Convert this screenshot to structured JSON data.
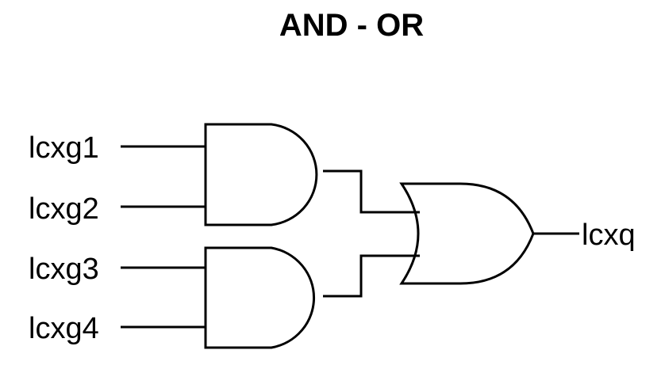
{
  "title": "AND - OR",
  "inputs": [
    {
      "label": "lcxg1"
    },
    {
      "label": "lcxg2"
    },
    {
      "label": "lcxg3"
    },
    {
      "label": "lcxg4"
    }
  ],
  "output": {
    "label": "lcxq"
  },
  "gates": [
    {
      "type": "AND",
      "inputs": [
        "lcxg1",
        "lcxg2"
      ]
    },
    {
      "type": "AND",
      "inputs": [
        "lcxg3",
        "lcxg4"
      ]
    },
    {
      "type": "OR",
      "output": "lcxq"
    }
  ]
}
